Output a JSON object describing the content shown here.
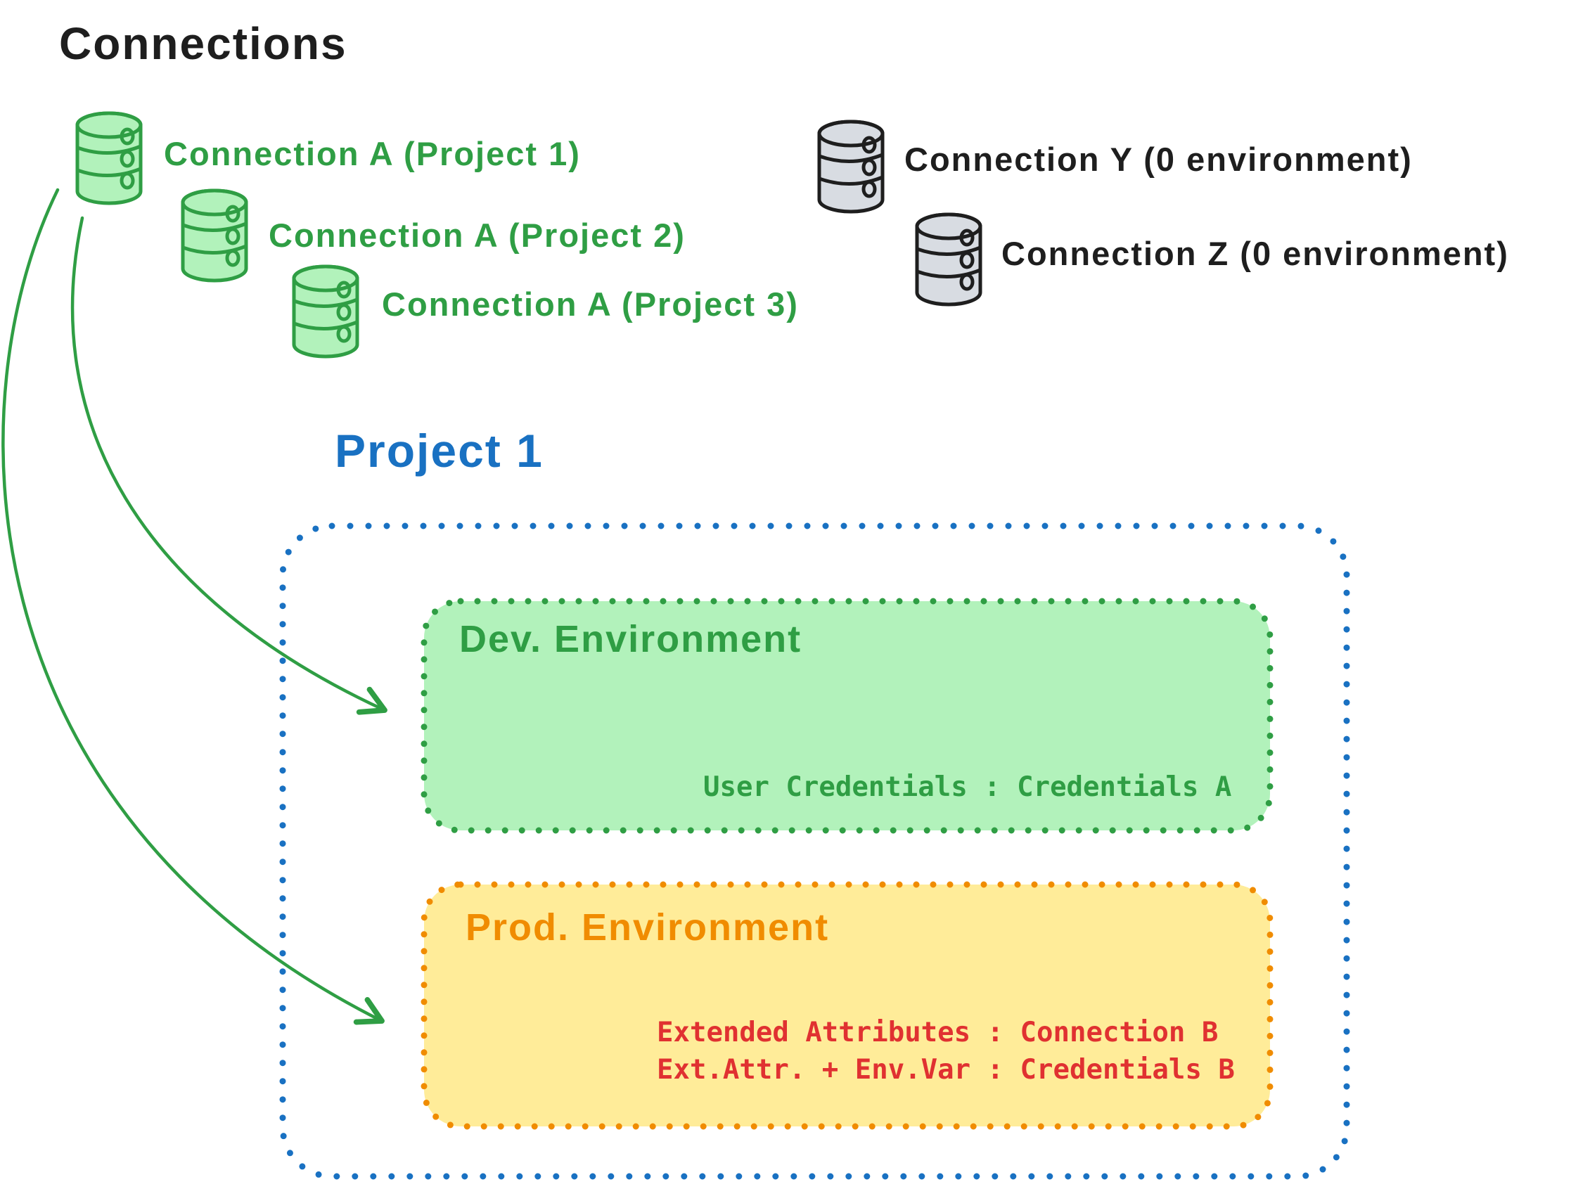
{
  "canvas_title": "Connections",
  "palette": {
    "black": "#1e1e1e",
    "green": "#2f9e44",
    "green_fill": "#b2f2bb",
    "blue": "#1971c2",
    "orange": "#f08c00",
    "yellow_fill": "#ffec99",
    "red": "#e03131",
    "gray_fill": "#d8dce2"
  },
  "shared_connections": [
    {
      "icon": "database-icon",
      "label": "Connection A (Project 1)",
      "color": "#2f9e44"
    },
    {
      "icon": "database-icon",
      "label": "Connection A (Project 2)",
      "color": "#2f9e44"
    },
    {
      "icon": "database-icon",
      "label": "Connection A (Project 3)",
      "color": "#2f9e44"
    }
  ],
  "unassigned_connections": [
    {
      "icon": "database-icon",
      "label": "Connection Y (0 environment)",
      "color": "#1e1e1e"
    },
    {
      "icon": "database-icon",
      "label": "Connection Z (0 environment)",
      "color": "#1e1e1e"
    }
  ],
  "project": {
    "title": "Project 1",
    "environments": [
      {
        "name": "Dev. Environment",
        "theme": "green",
        "credential_lines": [
          "User Credentials : Credentials A"
        ]
      },
      {
        "name": "Prod. Environment",
        "theme": "orange",
        "credential_lines": [
          "Extended Attributes : Connection B",
          "Ext.Attr. + Env.Var : Credentials B"
        ]
      }
    ]
  }
}
